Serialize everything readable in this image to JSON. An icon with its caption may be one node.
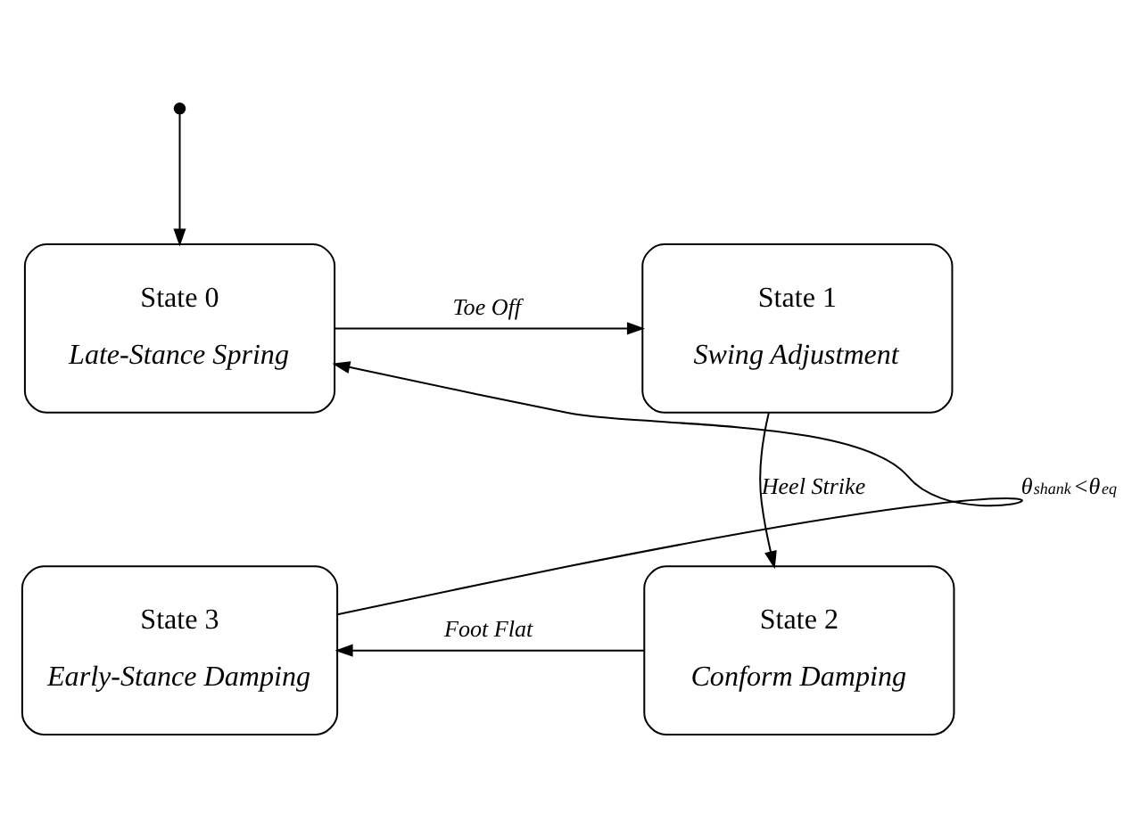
{
  "diagram": {
    "nodes": [
      {
        "text": [
          "State 0",
          "Late-Stance Spring"
        ]
      },
      {
        "text": [
          "State 1",
          "Swing Adjustment"
        ]
      },
      {
        "text": [
          "State 2",
          "Conform Damping"
        ]
      },
      {
        "text": [
          "State 3",
          "Early-Stance Damping"
        ]
      },
      {
        "text": [],
        "shape": "circle"
      }
    ],
    "edges": [
      {
        "from": 4,
        "to": 0,
        "arrow": "to"
      },
      {
        "from": 0,
        "to": 1,
        "arrow": "to",
        "label": "Toe Off"
      },
      {
        "from": 1,
        "to": 2,
        "arrow": "to",
        "label": "Heel Strike"
      },
      {
        "from": 2,
        "to": 3,
        "arrow": "to",
        "label": "Foot Flat"
      },
      {
        "from": 3,
        "to": 0,
        "arrow": "to",
        "label": "θ$_{shank}$<θ$_{eq}$"
      }
    ]
  }
}
